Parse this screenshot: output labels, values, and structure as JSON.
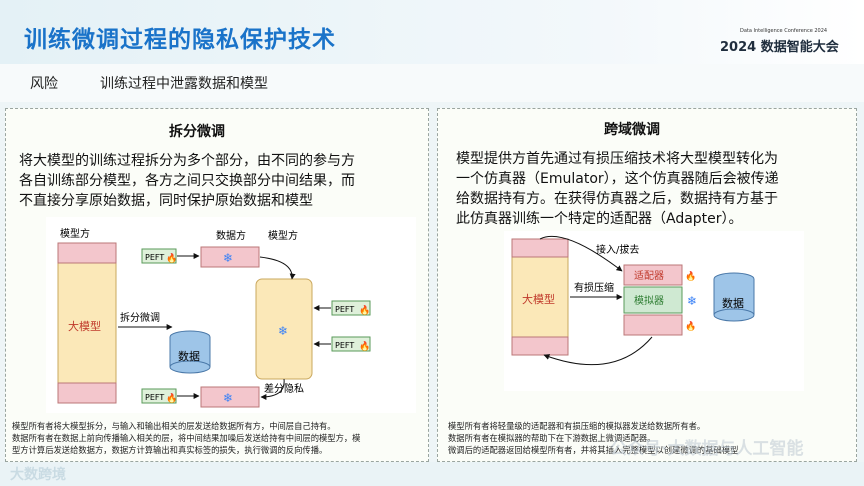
{
  "header": {
    "title": "训练微调过程的隐私保护技术",
    "conference_small": "Data Intelligence Conference 2024",
    "conference": "2024 数据智能大会"
  },
  "risk": {
    "label": "风险",
    "text": "训练过程中泄露数据和模型"
  },
  "left_panel": {
    "title": "拆分微调",
    "desc_lines": [
      "将大模型的训练过程拆分为多个部分，由不同的参与方",
      "各自训练部分模型，各方之间只交换部分中间结果，而",
      "不直接分享原始数据，同时保护原始数据和模型"
    ],
    "diagram": {
      "model_owner_top": "模型方",
      "data_owner": "数据方",
      "model_owner_right": "模型方",
      "big_model": "大模型",
      "split_finetune": "拆分微调",
      "data": "数据",
      "diff_privacy": "差分隐私",
      "peft": "PEFT",
      "snowflake": "❄",
      "fire": "🔥"
    },
    "notes": [
      "模型所有者将大模型拆分，与输入和输出相关的层发送给数据所有方，中间层自己持有。",
      "数据所有者在数据上前向传播输入相关的层，将中间结果加噪后发送给持有中间层的模型方，模",
      "型方计算后发送给数据方，数据方计算输出和真实标签的损失，执行微调的反向传播。"
    ]
  },
  "right_panel": {
    "title": "跨域微调",
    "desc_lines": [
      "模型提供方首先通过有损压缩技术将大型模型转化为",
      "一个仿真器（Emulator），这个仿真器随后会被传递",
      "给数据持有方。在获得仿真器之后，数据持有方基于",
      "此仿真器训练一个特定的适配器（Adapter）。"
    ],
    "diagram": {
      "big_model": "大模型",
      "lossy_compress": "有损压缩",
      "plug": "接入/拔去",
      "adapter": "适配器",
      "emulator": "模拟器",
      "data": "数据",
      "snowflake": "❄",
      "fire": "🔥"
    },
    "notes": [
      "模型所有者将轻量级的适配器和有损压缩的模拟器发送给数据所有者。",
      "数据所有者在模拟器的帮助下在下游数据上微调适配器。",
      "微调后的适配器返回给模型所有者，并将其插入完整模型以创建微调的基础模型"
    ]
  },
  "watermark": {
    "left": "大数跨境",
    "right": "公众号·大数据与人工智能"
  },
  "colors": {
    "title_blue": "#1a73c9",
    "pink_layer": "#f3c6cc",
    "model_yellow": "#fbe8b8",
    "emulator_green": "#cfe9d2",
    "peft_green": "#dff0da",
    "data_blue": "#9ec5e8"
  }
}
